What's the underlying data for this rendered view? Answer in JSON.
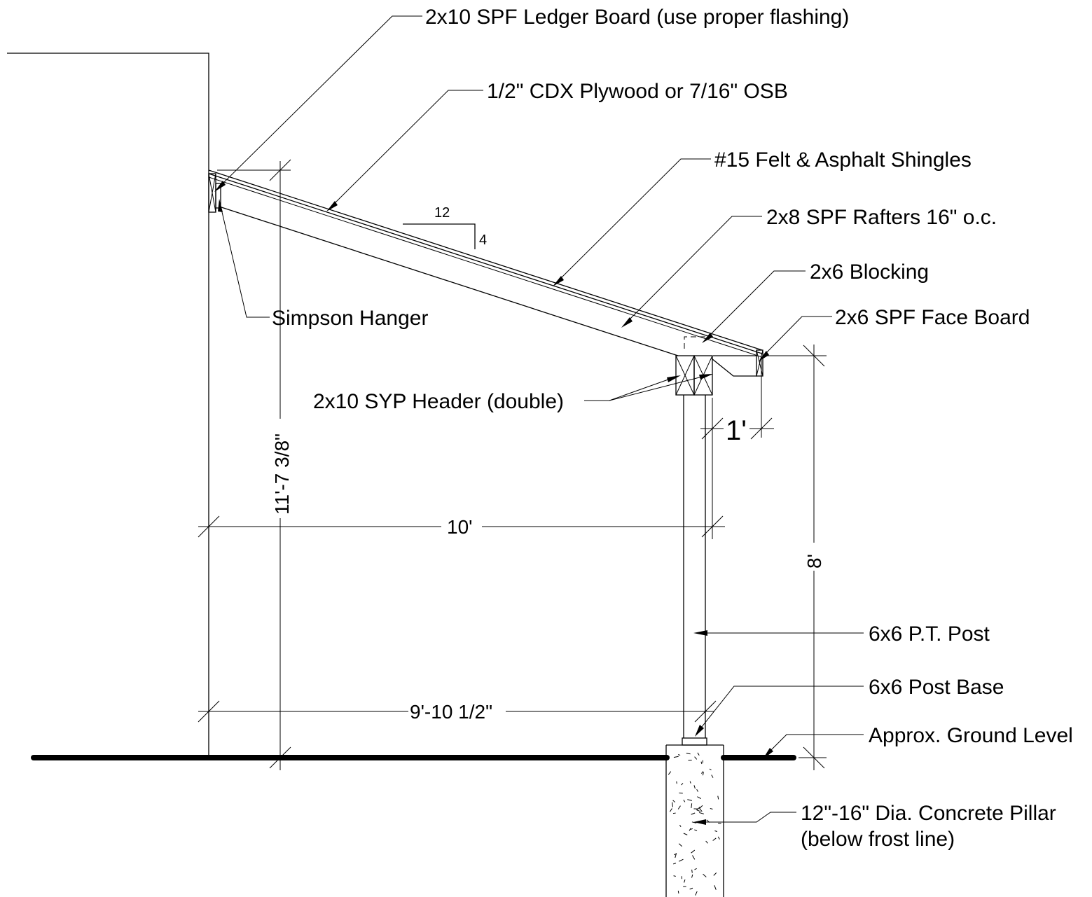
{
  "labels": {
    "ledger": "2x10 SPF Ledger Board (use proper flashing)",
    "sheathing": "1/2\" CDX Plywood or 7/16\" OSB",
    "roofing": "#15 Felt & Asphalt Shingles",
    "rafters": "2x8 SPF Rafters 16\" o.c.",
    "blocking": "2x6 Blocking",
    "face_board": "2x6 SPF Face Board",
    "hanger": "Simpson Hanger",
    "header": "2x10 SYP Header (double)",
    "post": "6x6 P.T. Post",
    "post_base": "6x6 Post Base",
    "ground": "Approx. Ground Level",
    "pillar_line1": "12\"-16\" Dia. Concrete Pillar",
    "pillar_line2": "(below frost line)"
  },
  "pitch": {
    "run": "12",
    "rise": "4"
  },
  "dimensions": {
    "overhang": "1'",
    "height_ledger": "11'-7 3/8\"",
    "span_header": "10'",
    "span_post": "9'-10 1/2\"",
    "height_header": "8'"
  }
}
